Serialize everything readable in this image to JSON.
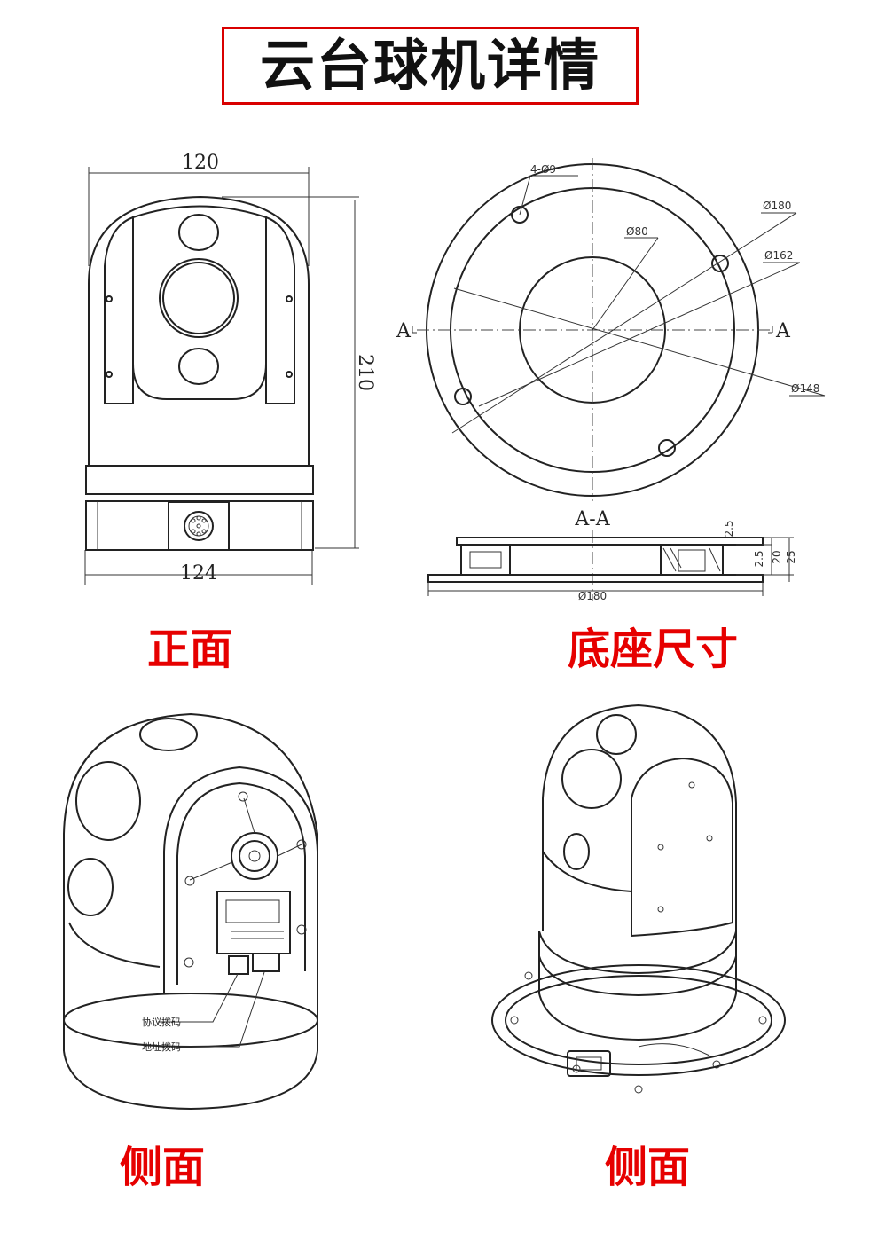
{
  "title": "云台球机详情",
  "captions": {
    "front": "正面",
    "base_size": "底座尺寸",
    "side_left": "侧面",
    "side_right": "侧面"
  },
  "front_dims": {
    "width_top": "120",
    "height": "210",
    "width_bottom": "124"
  },
  "base_dims": {
    "holes": "4-Ø9",
    "d180": "Ø180",
    "d80": "Ø80",
    "d162": "Ø162",
    "d148": "Ø148",
    "section_left": "A",
    "section_right": "A",
    "section_title": "A-A",
    "bottom_d180": "Ø180",
    "h_2_5_top": "2.5",
    "h_2_5_bottom": "2.5",
    "h_20": "20",
    "h_25": "25"
  },
  "side_labels": {
    "protocol_switch": "协议拨码",
    "address_switch": "地址拨码"
  }
}
